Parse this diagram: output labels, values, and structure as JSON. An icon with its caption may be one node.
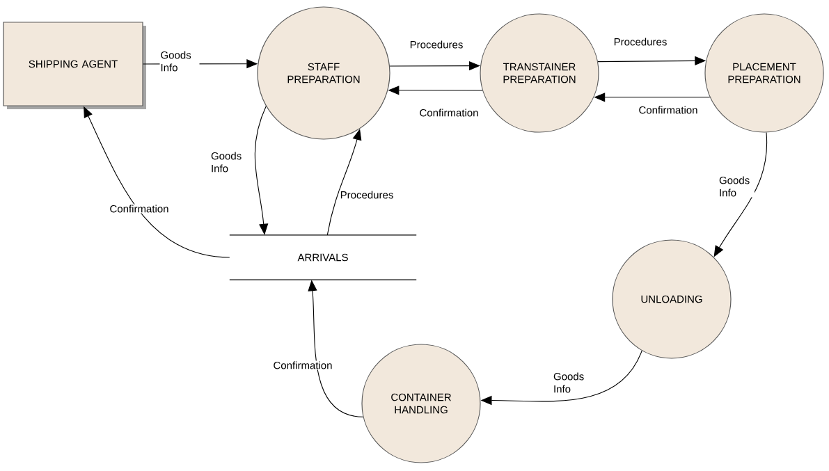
{
  "diagram": {
    "nodes": [
      {
        "text": [
          "SHIPPING AGENT"
        ]
      },
      {
        "text": [
          "STAFF PREPARATION"
        ]
      },
      {
        "text": [
          "TRANSTAINER PREPARATION"
        ]
      },
      {
        "text": [
          "PLACEMENT PREPARATION"
        ]
      },
      {
        "text": [
          "ARRIVALS"
        ]
      },
      {
        "text": [
          "UNLOADING"
        ]
      },
      {
        "text": [
          "CONTAINER HANDLING"
        ]
      }
    ],
    "edges": [
      {
        "from": 0,
        "to": 1,
        "arrow": "to",
        "label": "Goods Info"
      },
      {
        "from": 1,
        "to": 2,
        "arrow": "to",
        "label": "Procedures"
      },
      {
        "from": 2,
        "to": 1,
        "arrow": "to",
        "label": "Confirmation"
      },
      {
        "from": 2,
        "to": 3,
        "arrow": "to",
        "label": "Procedures"
      },
      {
        "from": 3,
        "to": 2,
        "arrow": "to",
        "label": "Confirmation"
      },
      {
        "from": 1,
        "to": 4,
        "arrow": "to",
        "label": "Goods Info"
      },
      {
        "from": 4,
        "to": 1,
        "arrow": "to",
        "label": "Procedures"
      },
      {
        "from": 4,
        "to": 0,
        "arrow": "to",
        "label": "Confirmation"
      },
      {
        "from": 3,
        "to": 5,
        "arrow": "to",
        "label": "Goods Info"
      },
      {
        "from": 5,
        "to": 6,
        "arrow": "to",
        "label": "Goods Info"
      },
      {
        "from": 6,
        "to": 4,
        "arrow": "to",
        "label": "Confirmation"
      }
    ]
  }
}
